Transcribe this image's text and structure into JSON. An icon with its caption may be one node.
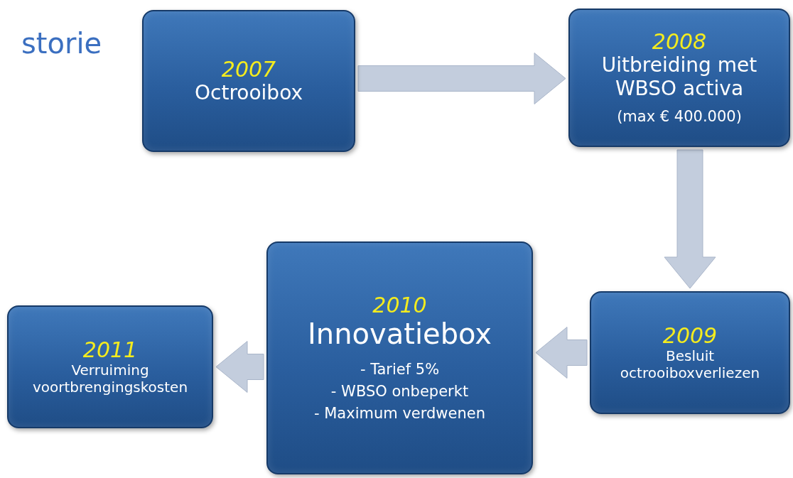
{
  "diagram": {
    "nodes": [
      {
        "text": [
          "2007",
          "Octrooibox"
        ]
      },
      {
        "text": [
          "2008",
          "Uitbreiding met WBSO activa",
          "(max € 400.000)"
        ]
      },
      {
        "text": [
          "2009",
          "Besluit octrooiboxverliezen"
        ]
      },
      {
        "text": [
          "2010",
          "Innovatiebox",
          "- Tarief 5%",
          "- WBSO onbeperkt",
          "- Maximum verdwenen"
        ]
      },
      {
        "text": [
          "2011",
          "Verruiming voortbrengingskosten"
        ]
      }
    ],
    "edges": [
      {
        "from": 0,
        "to": 1,
        "arrow": "to"
      },
      {
        "from": 1,
        "to": 2,
        "arrow": "to"
      },
      {
        "from": 2,
        "to": 3,
        "arrow": "to"
      },
      {
        "from": 3,
        "to": 4,
        "arrow": "to"
      }
    ],
    "labels": [
      "storie"
    ]
  }
}
